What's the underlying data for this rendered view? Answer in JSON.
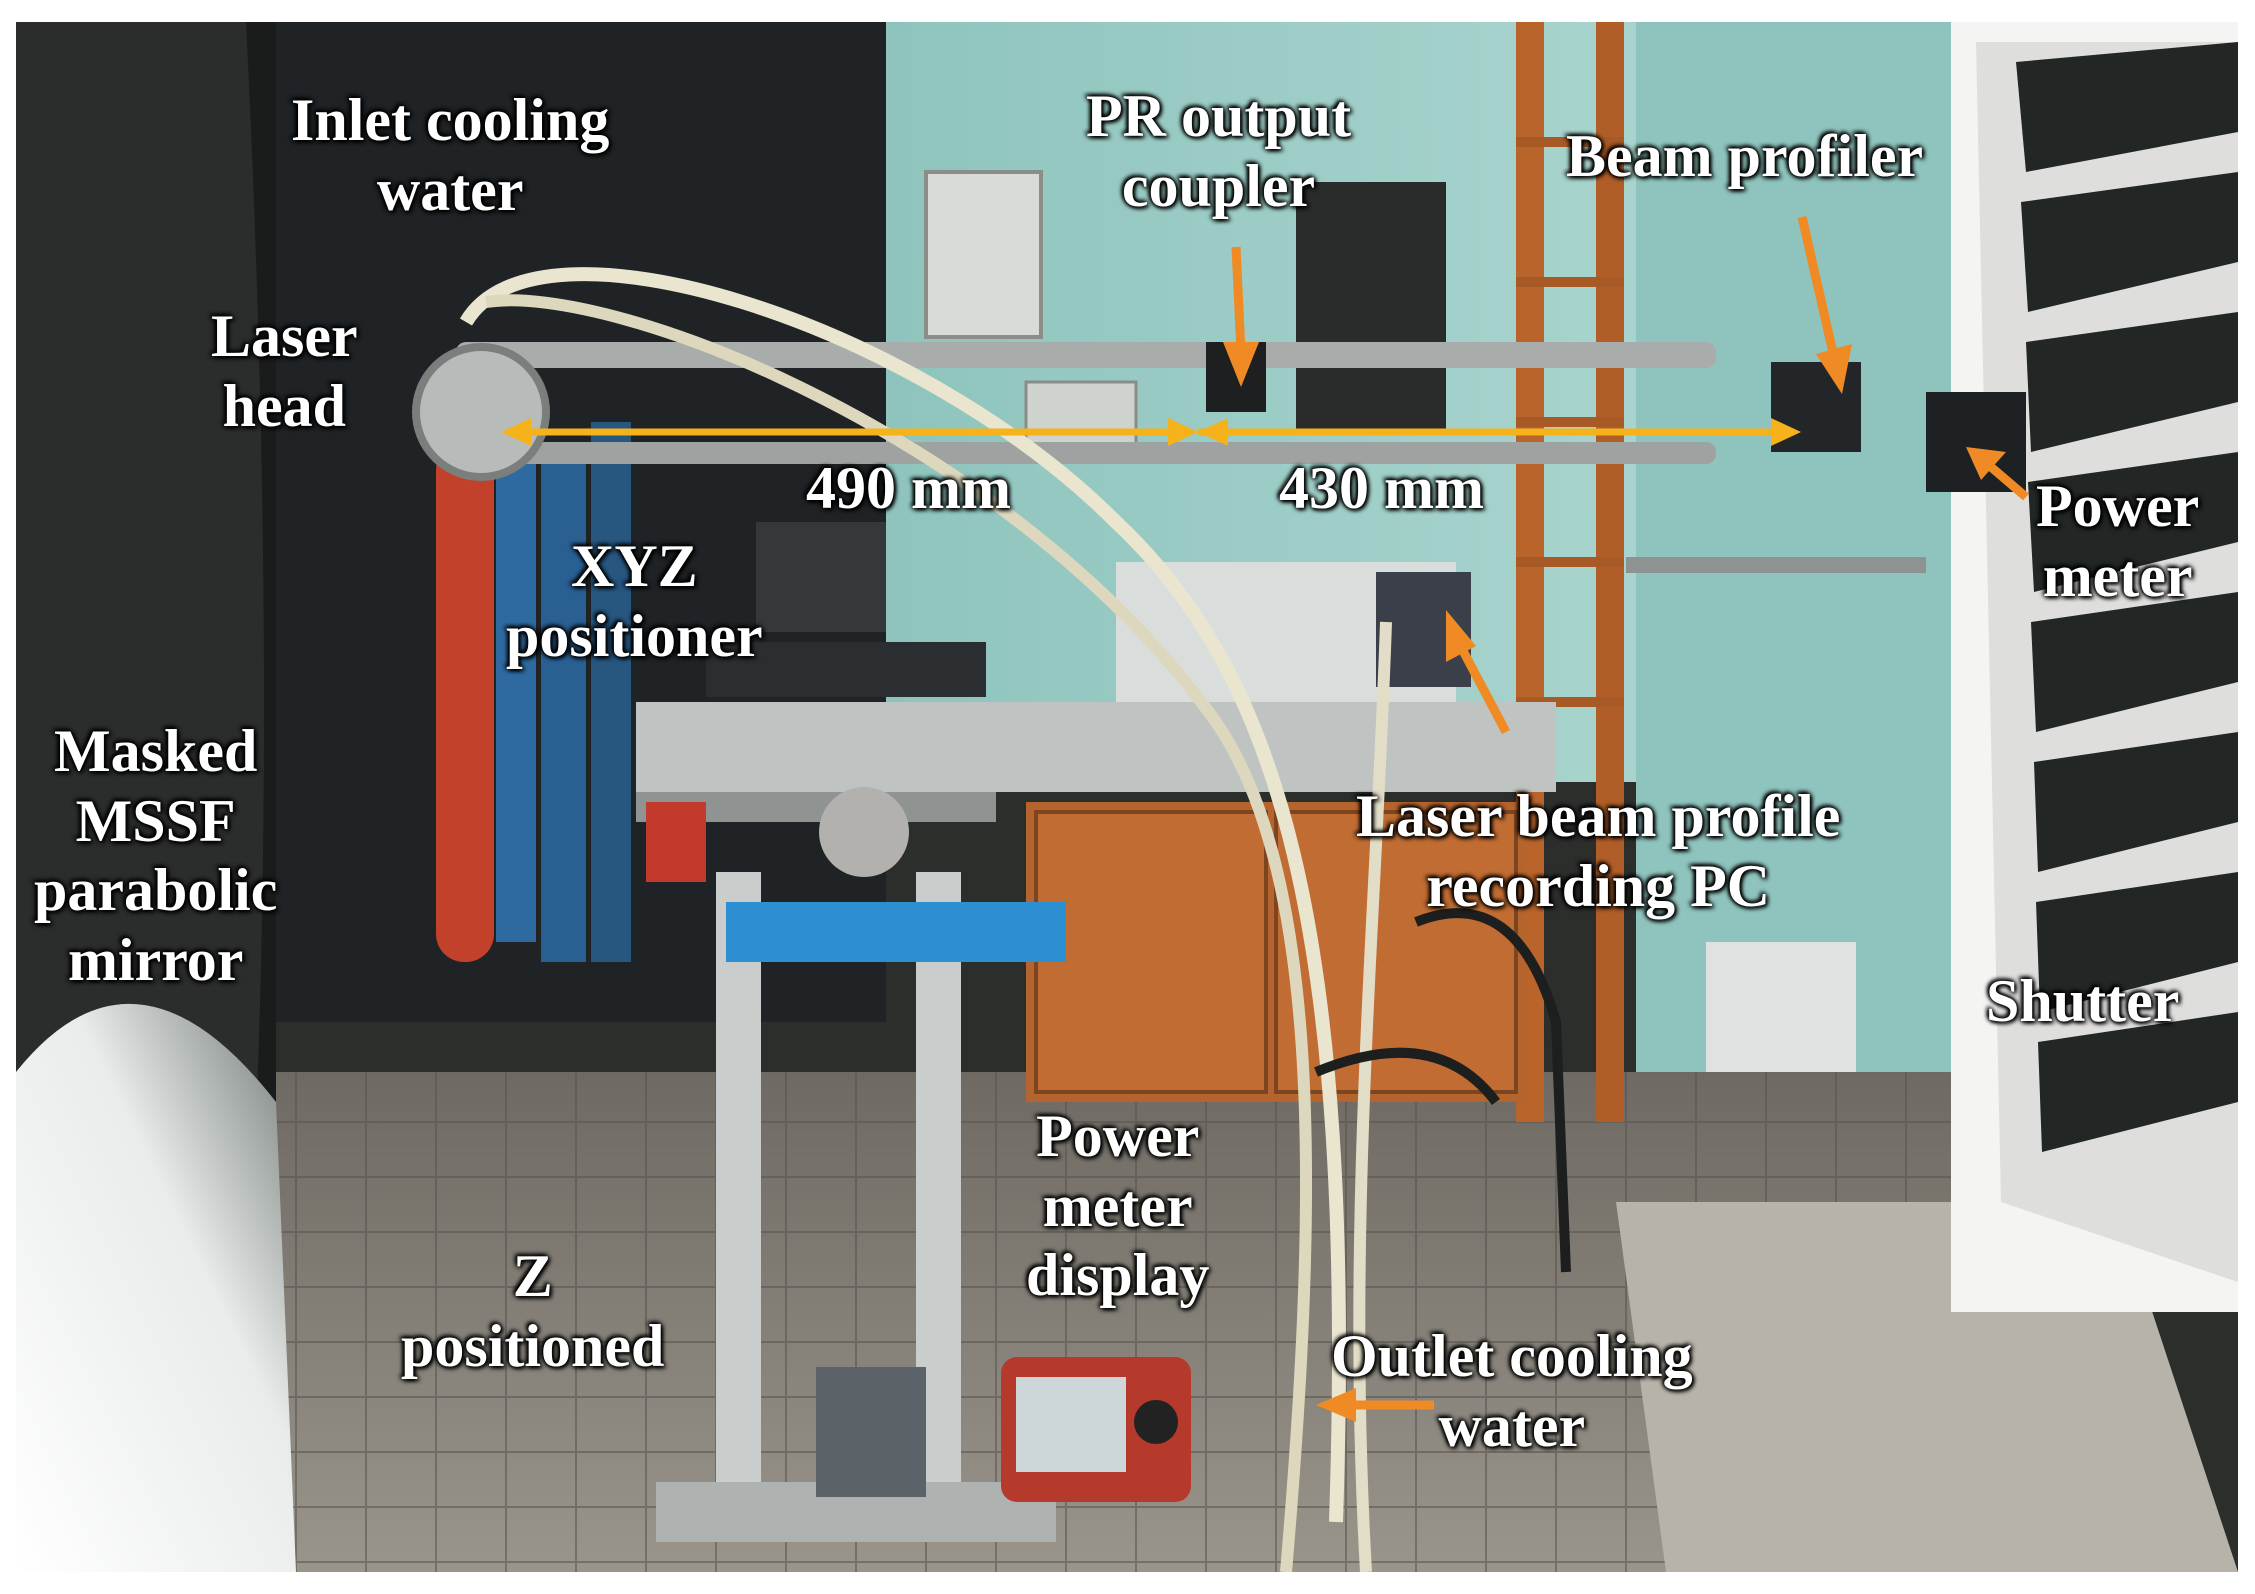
{
  "labels": {
    "inlet_cooling_water": [
      "Inlet cooling",
      "water"
    ],
    "pr_output_coupler": [
      "PR output",
      "coupler"
    ],
    "beam_profiler": "Beam profiler",
    "laser_head": [
      "Laser",
      "head"
    ],
    "dim_490": "490 mm",
    "dim_430": "430 mm",
    "power_meter": [
      "Power",
      "meter"
    ],
    "xyz_positioner": [
      "XYZ",
      "positioner"
    ],
    "masked_mssf_mirror": [
      "Masked",
      "MSSF",
      "parabolic",
      "mirror"
    ],
    "laser_beam_profile_pc": [
      "Laser beam  profile",
      "recording PC"
    ],
    "shutter": "Shutter",
    "power_meter_display": [
      "Power",
      "meter",
      "display"
    ],
    "z_positioned": [
      "Z",
      "positioned"
    ],
    "outlet_cooling_water": [
      "Outlet cooling",
      "water"
    ]
  },
  "colors": {
    "annotation_arrow": "#f08a24",
    "dimension_line": "#f5b21a",
    "label_text": "#ffffff"
  }
}
